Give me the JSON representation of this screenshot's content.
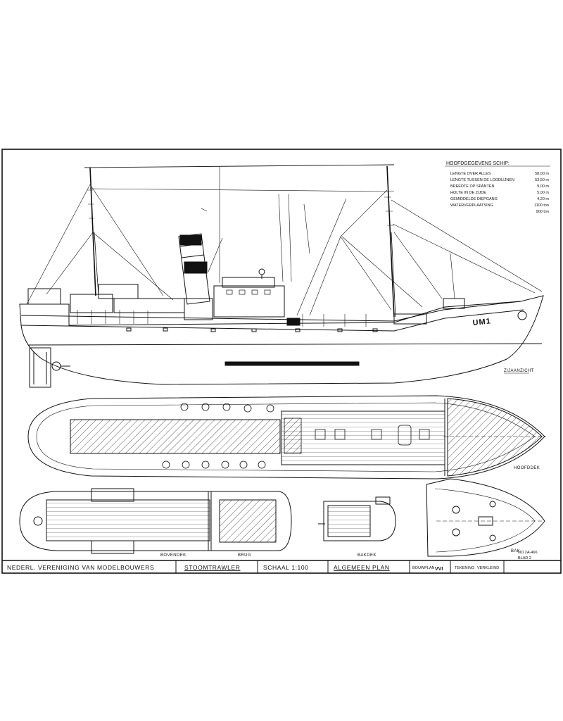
{
  "specs": {
    "title": "HOOFDGEGEVENS SCHIP:",
    "rows": [
      {
        "label": "LENGTE OVER ALLES",
        "value": "58,00 m"
      },
      {
        "label": "LENGTE TUSSEN DE LOODLIJNEN",
        "value": "53,50 m"
      },
      {
        "label": "BREEDTE OP SPANTEN",
        "value": "9,00 m"
      },
      {
        "label": "HOLTE IN DE ZIJDE",
        "value": "5,00 m"
      },
      {
        "label": "GEMIDDELDE DIEPGANG",
        "value": "4,20 m"
      },
      {
        "label": "WATERVERPLAATSING",
        "value": "1100 ton"
      },
      {
        "label": "",
        "value": "900 ton"
      }
    ]
  },
  "hull_marking": "UM1",
  "view_labels": {
    "side": "ZIJAANZICHT",
    "deck": "HOOFDDEK",
    "boat_deck": "BOVENDEK",
    "bridge": "BRUG",
    "forecastle_deck": "BAKDEK",
    "bow_plan": "BAK",
    "detail_code": "NO 2A-466",
    "detail_sub": "BLAD 2"
  },
  "title_block": {
    "society": "NEDERL. VERENIGING VAN MODELBOUWERS",
    "ship_type": "STOOMTRAWLER",
    "scale": "SCHAAL 1:100",
    "plan_type": "ALGEMEEN PLAN",
    "sheet_label": "BOUWPLAN",
    "sheet_no": "VVI",
    "drawn_label": "TEKENING",
    "drawn_value": "VERKLEIND"
  }
}
